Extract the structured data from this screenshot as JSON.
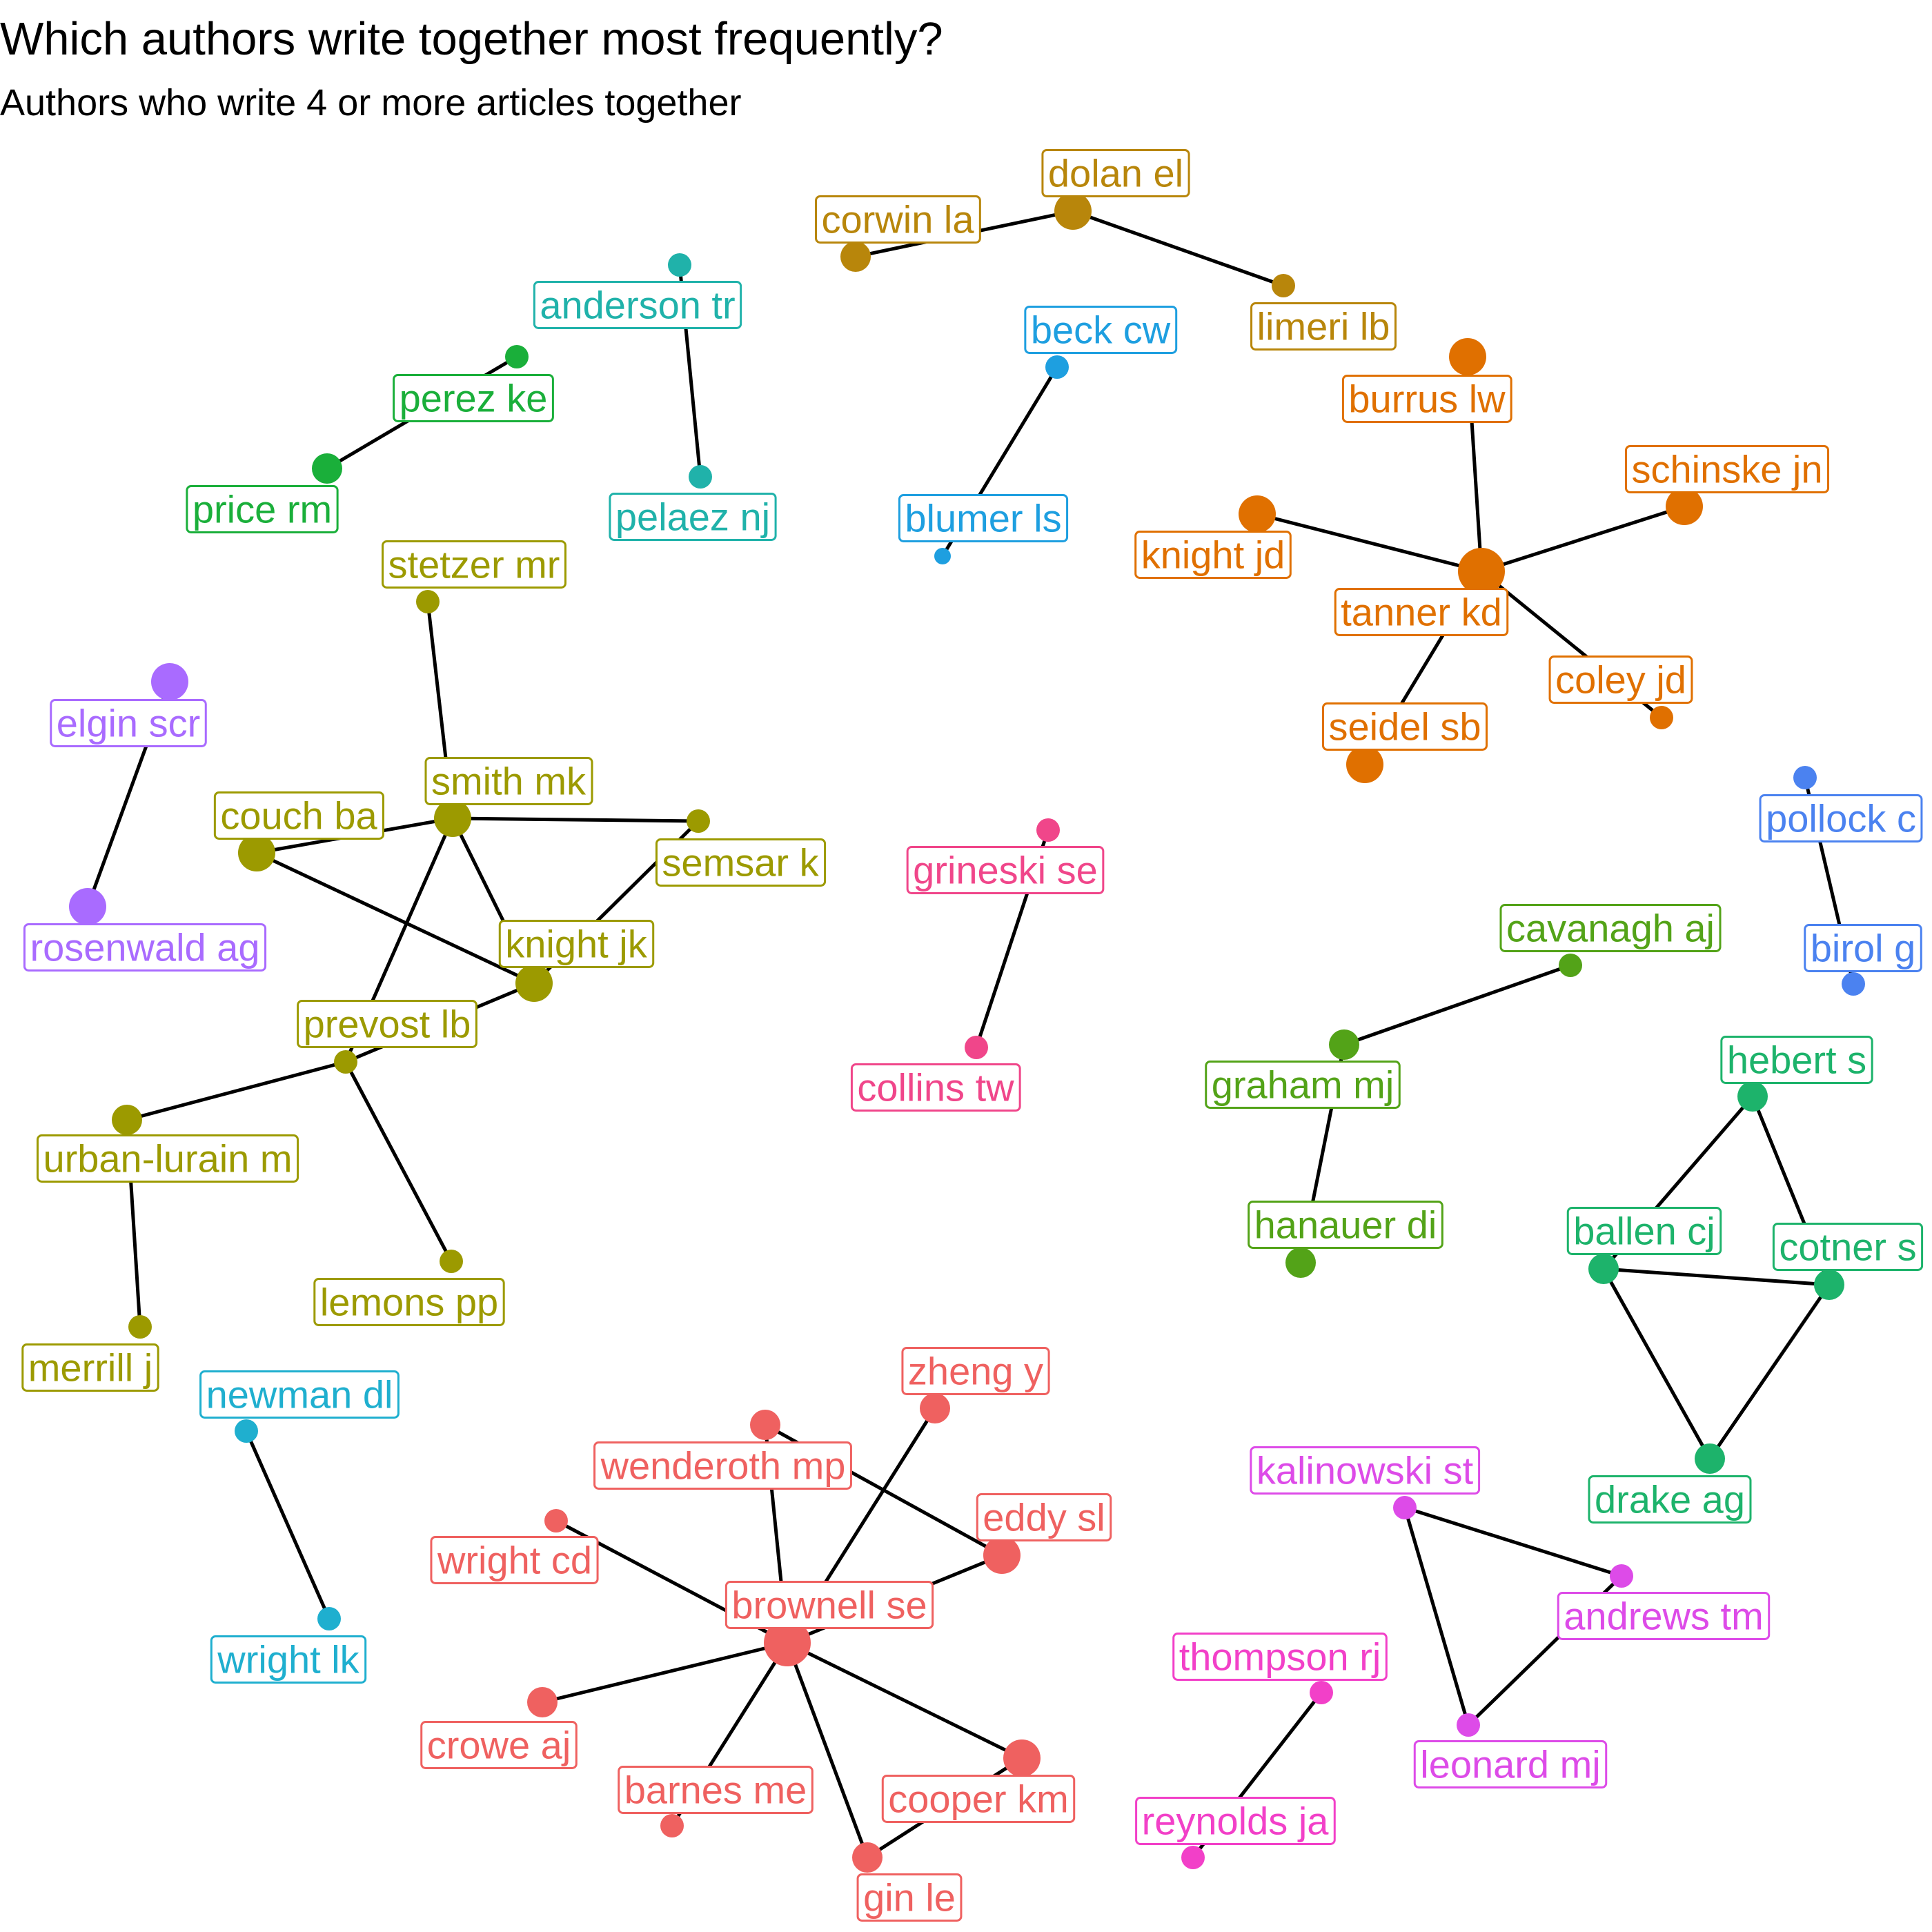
{
  "title": "Which authors write together most frequently?",
  "subtitle": "Authors who write 4 or more articles together",
  "nodes": [
    {
      "id": "dolan el",
      "color": "#B8860B",
      "size": 3
    },
    {
      "id": "corwin la",
      "color": "#B8860B",
      "size": 2
    },
    {
      "id": "limeri lb",
      "color": "#B8860B",
      "size": 1
    },
    {
      "id": "anderson tr",
      "color": "#20B2AA",
      "size": 1
    },
    {
      "id": "pelaez nj",
      "color": "#20B2AA",
      "size": 1
    },
    {
      "id": "perez ke",
      "color": "#1AAF3A",
      "size": 1
    },
    {
      "id": "price rm",
      "color": "#1AAF3A",
      "size": 2
    },
    {
      "id": "beck cw",
      "color": "#1E9FE0",
      "size": 1
    },
    {
      "id": "blumer ls",
      "color": "#1E9FE0",
      "size": 0
    },
    {
      "id": "burrus lw",
      "color": "#E07000",
      "size": 3
    },
    {
      "id": "schinske jn",
      "color": "#E07000",
      "size": 3
    },
    {
      "id": "knight jd",
      "color": "#E07000",
      "size": 3
    },
    {
      "id": "tanner kd",
      "color": "#E07000",
      "size": 4
    },
    {
      "id": "coley jd",
      "color": "#E07000",
      "size": 1
    },
    {
      "id": "seidel sb",
      "color": "#E07000",
      "size": 3
    },
    {
      "id": "stetzer mr",
      "color": "#9C9A00",
      "size": 1
    },
    {
      "id": "smith mk",
      "color": "#9C9A00",
      "size": 3
    },
    {
      "id": "couch ba",
      "color": "#9C9A00",
      "size": 3
    },
    {
      "id": "semsar k",
      "color": "#9C9A00",
      "size": 1
    },
    {
      "id": "knight jk",
      "color": "#9C9A00",
      "size": 3
    },
    {
      "id": "prevost lb",
      "color": "#9C9A00",
      "size": 1
    },
    {
      "id": "urban-lurain m",
      "color": "#9C9A00",
      "size": 2
    },
    {
      "id": "lemons pp",
      "color": "#9C9A00",
      "size": 1
    },
    {
      "id": "merrill j",
      "color": "#9C9A00",
      "size": 1
    },
    {
      "id": "elgin scr",
      "color": "#A96BFF",
      "size": 3
    },
    {
      "id": "rosenwald ag",
      "color": "#A96BFF",
      "size": 3
    },
    {
      "id": "grineski se",
      "color": "#F0468A",
      "size": 1
    },
    {
      "id": "collins tw",
      "color": "#F0468A",
      "size": 1
    },
    {
      "id": "pollock c",
      "color": "#4B82F0",
      "size": 1
    },
    {
      "id": "birol g",
      "color": "#4B82F0",
      "size": 1
    },
    {
      "id": "cavanagh aj",
      "color": "#53A318",
      "size": 1
    },
    {
      "id": "graham mj",
      "color": "#53A318",
      "size": 2
    },
    {
      "id": "hanauer di",
      "color": "#53A318",
      "size": 2
    },
    {
      "id": "hebert s",
      "color": "#1DB36B",
      "size": 2
    },
    {
      "id": "ballen cj",
      "color": "#1DB36B",
      "size": 2
    },
    {
      "id": "cotner s",
      "color": "#1DB36B",
      "size": 2
    },
    {
      "id": "drake ag",
      "color": "#1DB36B",
      "size": 2
    },
    {
      "id": "newman dl",
      "color": "#1FAFCF",
      "size": 1
    },
    {
      "id": "wright lk",
      "color": "#1FAFCF",
      "size": 1
    },
    {
      "id": "zheng y",
      "color": "#EF6160",
      "size": 2
    },
    {
      "id": "wenderoth mp",
      "color": "#EF6160",
      "size": 2
    },
    {
      "id": "eddy sl",
      "color": "#EF6160",
      "size": 3
    },
    {
      "id": "wright cd",
      "color": "#EF6160",
      "size": 1
    },
    {
      "id": "brownell se",
      "color": "#EF6160",
      "size": 4
    },
    {
      "id": "crowe aj",
      "color": "#EF6160",
      "size": 2
    },
    {
      "id": "barnes me",
      "color": "#EF6160",
      "size": 1
    },
    {
      "id": "cooper km",
      "color": "#EF6160",
      "size": 3
    },
    {
      "id": "gin le",
      "color": "#EF6160",
      "size": 2
    },
    {
      "id": "kalinowski st",
      "color": "#DD4BE8",
      "size": 1
    },
    {
      "id": "andrews tm",
      "color": "#DD4BE8",
      "size": 1
    },
    {
      "id": "leonard mj",
      "color": "#DD4BE8",
      "size": 1
    },
    {
      "id": "thompson rj",
      "color": "#F240C8",
      "size": 1
    },
    {
      "id": "reynolds ja",
      "color": "#F240C8",
      "size": 1
    }
  ],
  "edges": [
    [
      "corwin la",
      "dolan el"
    ],
    [
      "dolan el",
      "limeri lb"
    ],
    [
      "anderson tr",
      "pelaez nj"
    ],
    [
      "perez ke",
      "price rm"
    ],
    [
      "beck cw",
      "blumer ls"
    ],
    [
      "burrus lw",
      "tanner kd"
    ],
    [
      "schinske jn",
      "tanner kd"
    ],
    [
      "knight jd",
      "tanner kd"
    ],
    [
      "tanner kd",
      "coley jd"
    ],
    [
      "tanner kd",
      "seidel sb"
    ],
    [
      "stetzer mr",
      "smith mk"
    ],
    [
      "smith mk",
      "couch ba"
    ],
    [
      "smith mk",
      "semsar k"
    ],
    [
      "smith mk",
      "knight jk"
    ],
    [
      "smith mk",
      "prevost lb"
    ],
    [
      "couch ba",
      "knight jk"
    ],
    [
      "semsar k",
      "knight jk"
    ],
    [
      "knight jk",
      "prevost lb"
    ],
    [
      "prevost lb",
      "urban-lurain m"
    ],
    [
      "prevost lb",
      "lemons pp"
    ],
    [
      "urban-lurain m",
      "merrill j"
    ],
    [
      "elgin scr",
      "rosenwald ag"
    ],
    [
      "grineski se",
      "collins tw"
    ],
    [
      "pollock c",
      "birol g"
    ],
    [
      "cavanagh aj",
      "graham mj"
    ],
    [
      "graham mj",
      "hanauer di"
    ],
    [
      "hebert s",
      "ballen cj"
    ],
    [
      "hebert s",
      "cotner s"
    ],
    [
      "ballen cj",
      "cotner s"
    ],
    [
      "ballen cj",
      "drake ag"
    ],
    [
      "cotner s",
      "drake ag"
    ],
    [
      "newman dl",
      "wright lk"
    ],
    [
      "brownell se",
      "zheng y"
    ],
    [
      "brownell se",
      "wenderoth mp"
    ],
    [
      "wenderoth mp",
      "eddy sl"
    ],
    [
      "brownell se",
      "eddy sl"
    ],
    [
      "brownell se",
      "wright cd"
    ],
    [
      "brownell se",
      "crowe aj"
    ],
    [
      "brownell se",
      "barnes me"
    ],
    [
      "brownell se",
      "cooper km"
    ],
    [
      "brownell se",
      "gin le"
    ],
    [
      "cooper km",
      "gin le"
    ],
    [
      "kalinowski st",
      "andrews tm"
    ],
    [
      "kalinowski st",
      "leonard mj"
    ],
    [
      "andrews tm",
      "leonard mj"
    ],
    [
      "thompson rj",
      "reynolds ja"
    ]
  ]
}
